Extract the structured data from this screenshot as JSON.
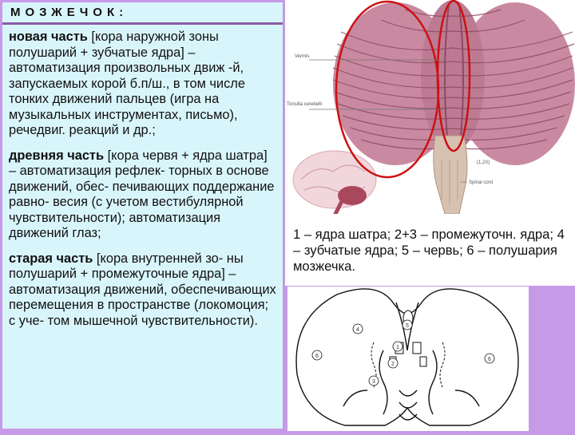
{
  "title": "МОЗЖЕЧОК:",
  "sections": [
    {
      "term": "новая часть",
      "text": " [кора наружной зоны полушарий + зубчатые ядра] – автоматизация произвольных движ -й, запускаемых корой б.п/ш., в том числе тонких движений пальцев (игра на музыкальных инструментах, письмо), речедвиг. реакций и др.;"
    },
    {
      "term": "древняя часть",
      "text": " [кора червя + ядра шатра] – автоматизация рефлек- торных в основе движений, обес- печивающих поддержание равно- весия (с учетом вестибулярной чувствительности); автоматизация движений глаз;"
    },
    {
      "term": "старая часть",
      "text": " [кора внутренней зо- ны полушарий + промежуточные ядра] – автоматизация движений, обеспечивающих перемещения в пространстве (локомоция; с уче- том мышечной чувствительности)."
    }
  ],
  "caption": "1 – ядра шатра; 2+3 – промежуточн. ядра; 4 – зубчатые ядра; 5 – червь; 6 – полушария мозжечка.",
  "anatomy_labels": {
    "vermis": "Vermis",
    "tonsil": "Tonsilla cerebelli",
    "scale": "(1,2X)",
    "spinal": "Spinal cord"
  },
  "diagram_numbers": [
    "1",
    "2",
    "3",
    "4",
    "5",
    "6",
    "6"
  ],
  "colors": {
    "background": "#c79ae8",
    "text_panel": "#d9f5fc",
    "cerebellum": "#c98aa1",
    "highlight_ellipse": "#cc1111"
  }
}
